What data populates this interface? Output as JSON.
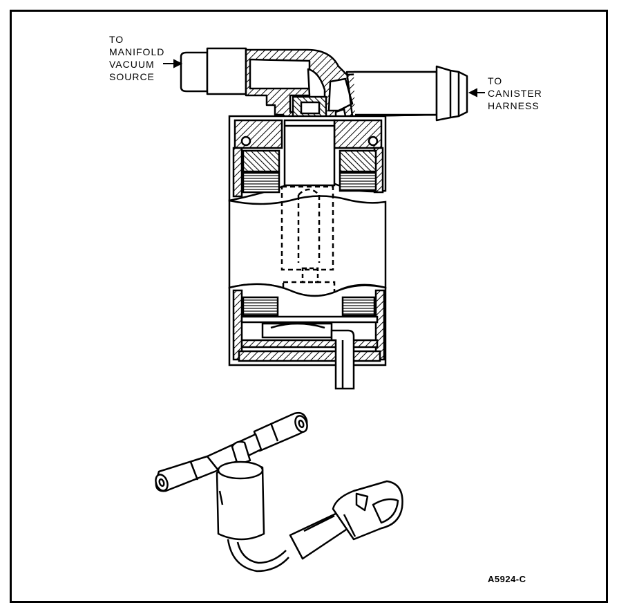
{
  "labels": {
    "manifold": [
      "TO",
      "MANIFOLD",
      "VACUUM",
      "SOURCE"
    ],
    "canister": [
      "TO",
      "CANISTER",
      "HARNESS"
    ]
  },
  "figure_number": "A5924-C"
}
